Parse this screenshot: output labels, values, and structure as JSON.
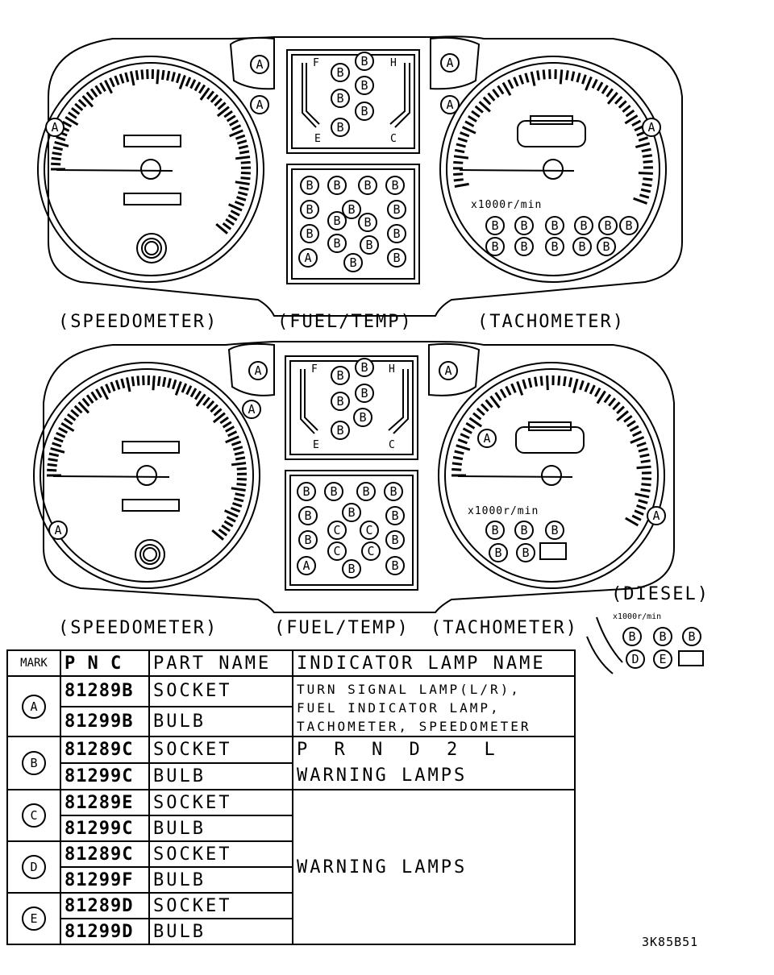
{
  "labels": {
    "top_speedometer": "(SPEEDOMETER)",
    "top_fuel_temp": "(FUEL/TEMP)",
    "top_tachometer": "(TACHOMETER)",
    "bottom_speedometer": "(SPEEDOMETER)",
    "bottom_fuel_temp": "(FUEL/TEMP)",
    "bottom_tachometer": "(TACHOMETER)",
    "diesel": "(DIESEL)",
    "rpm_unit": "x1000r/min",
    "fuel_f": "F",
    "fuel_e": "E",
    "temp_h": "H",
    "temp_c": "C"
  },
  "marks": {
    "a": "A",
    "b": "B",
    "c": "C",
    "d": "D",
    "e": "E"
  },
  "table": {
    "headers": [
      "MARK",
      "P N C",
      "PART NAME",
      "INDICATOR LAMP NAME"
    ],
    "rows": [
      {
        "mark": "A",
        "pnc": "81289B",
        "part": "SOCKET"
      },
      {
        "mark": "A",
        "pnc": "81299B",
        "part": "BULB"
      },
      {
        "mark": "B",
        "pnc": "81289C",
        "part": "SOCKET"
      },
      {
        "mark": "B",
        "pnc": "81299C",
        "part": "BULB"
      },
      {
        "mark": "C",
        "pnc": "81289E",
        "part": "SOCKET"
      },
      {
        "mark": "C",
        "pnc": "81299C",
        "part": "BULB"
      },
      {
        "mark": "D",
        "pnc": "81289C",
        "part": "SOCKET"
      },
      {
        "mark": "D",
        "pnc": "81299F",
        "part": "BULB"
      },
      {
        "mark": "E",
        "pnc": "81289D",
        "part": "SOCKET"
      },
      {
        "mark": "E",
        "pnc": "81299D",
        "part": "BULB"
      }
    ],
    "lamp_a": [
      "TURN SIGNAL LAMP(L/R),",
      "FUEL INDICATOR LAMP,",
      "TACHOMETER, SPEEDOMETER"
    ],
    "lamp_b_1": "P R N D 2 L",
    "lamp_b_2": "WARNING LAMPS",
    "lamp_cde": "WARNING LAMPS"
  },
  "drawing_code": "3K85B51"
}
